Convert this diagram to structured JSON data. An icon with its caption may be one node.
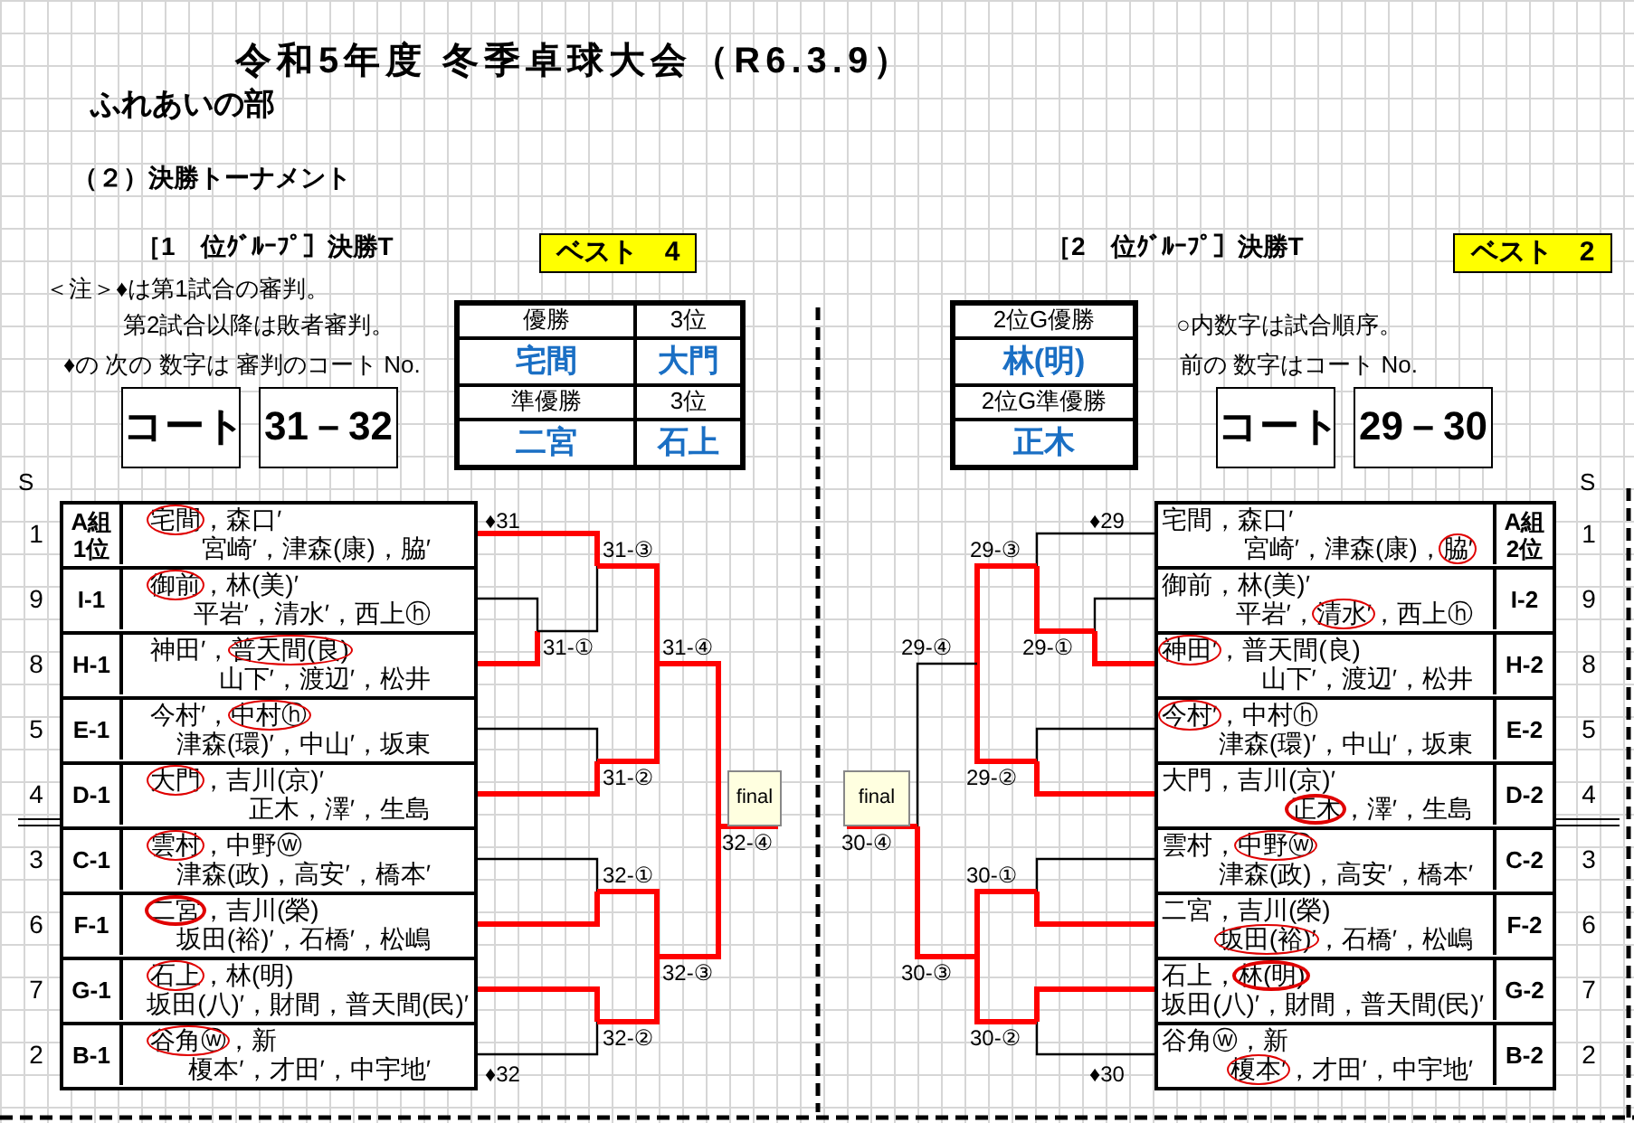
{
  "diagram": {
    "title": "令和5年度 冬季卓球大会（R6.3.9）",
    "nodes": [
      {
        "text": [
          "ベスト　4"
        ]
      },
      {
        "text": [
          "コート"
        ]
      },
      {
        "text": [
          "31－32"
        ]
      },
      {
        "text": [
          "ベスト　2"
        ]
      },
      {
        "text": [
          "コート"
        ]
      },
      {
        "text": [
          "29－30"
        ]
      },
      {
        "text": [
          "A組 1位",
          "宅間，森口′",
          "宮崎′，津森(康)，脇′"
        ],
        "beside": [
          "1"
        ]
      },
      {
        "text": [
          "I-1",
          "御前，林(美)′",
          "平岩′，清水′，西上ⓗ"
        ],
        "beside": [
          "9"
        ]
      },
      {
        "text": [
          "H-1",
          "神田′，普天間(良)",
          "山下′，渡辺′，松井"
        ],
        "beside": [
          "8"
        ]
      },
      {
        "text": [
          "E-1",
          "今村′，中村ⓗ",
          "津森(環)′，中山′，坂東"
        ],
        "beside": [
          "5"
        ]
      },
      {
        "text": [
          "D-1",
          "大門，吉川(京)′",
          "正木，澤′，生島"
        ],
        "beside": [
          "4"
        ]
      },
      {
        "text": [
          "C-1",
          "雲村，中野ⓦ",
          "津森(政)，高安′，橋本′"
        ],
        "beside": [
          "3"
        ]
      },
      {
        "text": [
          "F-1",
          "二宮，吉川(榮)",
          "坂田(裕)′，石橋′，松嶋"
        ],
        "beside": [
          "6"
        ]
      },
      {
        "text": [
          "G-1",
          "石上，林(明)",
          "坂田(八)′，財間，普天間(民)′"
        ],
        "beside": [
          "7"
        ]
      },
      {
        "text": [
          "B-1",
          "谷角ⓦ，新",
          "榎本′，才田′，中宇地′"
        ],
        "beside": [
          "2"
        ]
      },
      {
        "text": [
          "宅間，森口′",
          "宮崎′，津森(康)，脇′",
          "A組 2位"
        ],
        "beside": [
          "1"
        ]
      },
      {
        "text": [
          "御前，林(美)′",
          "平岩′，清水′，西上ⓗ",
          "I-2"
        ],
        "beside": [
          "9"
        ]
      },
      {
        "text": [
          "神田′，普天間(良)",
          "山下′，渡辺′，松井",
          "H-2"
        ],
        "beside": [
          "8"
        ]
      },
      {
        "text": [
          "今村′，中村ⓗ",
          "津森(環)′，中山′，坂東",
          "E-2"
        ],
        "beside": [
          "5"
        ]
      },
      {
        "text": [
          "大門，吉川(京)′",
          "正木，澤′，生島",
          "D-2"
        ],
        "beside": [
          "4"
        ]
      },
      {
        "text": [
          "雲村，中野ⓦ",
          "津森(政)，高安′，橋本′",
          "C-2"
        ],
        "beside": [
          "3"
        ]
      },
      {
        "text": [
          "二宮，吉川(榮)",
          "坂田(裕)′，石橋′，松嶋",
          "F-2"
        ],
        "beside": [
          "6"
        ]
      },
      {
        "text": [
          "石上，林(明)",
          "坂田(八)′，財間，普天間(民)′",
          "G-2"
        ],
        "beside": [
          "7"
        ]
      },
      {
        "text": [
          "谷角ⓦ，新",
          "榎本′，才田′，中宇地′",
          "B-2"
        ],
        "beside": [
          "2"
        ]
      },
      {
        "text": [
          "31-①"
        ]
      },
      {
        "text": [
          "31-②"
        ]
      },
      {
        "text": [
          "31-③"
        ]
      },
      {
        "text": [
          "31-④"
        ]
      },
      {
        "text": [
          "32-①"
        ]
      },
      {
        "text": [
          "32-②"
        ]
      },
      {
        "text": [
          "32-③"
        ]
      },
      {
        "text": [
          "32-④"
        ]
      },
      {
        "text": [
          "29-①"
        ]
      },
      {
        "text": [
          "29-②"
        ]
      },
      {
        "text": [
          "29-③"
        ]
      },
      {
        "text": [
          "29-④"
        ]
      },
      {
        "text": [
          "30-①"
        ]
      },
      {
        "text": [
          "30-②"
        ]
      },
      {
        "text": [
          "30-③"
        ]
      },
      {
        "text": [
          "30-④"
        ]
      },
      {
        "text": [
          "final"
        ]
      },
      {
        "text": [
          "final"
        ]
      }
    ],
    "edges": [
      {
        "from": 6,
        "to": 26,
        "arrow": "none"
      },
      {
        "from": 7,
        "to": 24,
        "arrow": "none",
        "color": "#000000"
      },
      {
        "from": 8,
        "to": 24,
        "arrow": "none"
      },
      {
        "from": 24,
        "to": 26,
        "arrow": "none",
        "color": "#000000"
      },
      {
        "from": 9,
        "to": 25,
        "arrow": "none",
        "color": "#000000"
      },
      {
        "from": 10,
        "to": 25,
        "arrow": "none"
      },
      {
        "from": 26,
        "to": 27,
        "arrow": "none"
      },
      {
        "from": 25,
        "to": 27,
        "arrow": "none"
      },
      {
        "from": 27,
        "to": 31,
        "arrow": "none"
      },
      {
        "from": 11,
        "to": 28,
        "arrow": "none",
        "color": "#000000"
      },
      {
        "from": 12,
        "to": 28,
        "arrow": "none"
      },
      {
        "from": 13,
        "to": 29,
        "arrow": "none"
      },
      {
        "from": 14,
        "to": 29,
        "arrow": "none",
        "color": "#000000"
      },
      {
        "from": 28,
        "to": 30,
        "arrow": "none"
      },
      {
        "from": 29,
        "to": 30,
        "arrow": "none"
      },
      {
        "from": 30,
        "to": 31,
        "arrow": "none"
      },
      {
        "from": 31,
        "to": 40,
        "arrow": "none"
      },
      {
        "from": 15,
        "to": 34,
        "arrow": "none",
        "color": "#000000"
      },
      {
        "from": 16,
        "to": 32,
        "arrow": "none",
        "color": "#000000"
      },
      {
        "from": 17,
        "to": 32,
        "arrow": "none"
      },
      {
        "from": 32,
        "to": 34,
        "arrow": "none"
      },
      {
        "from": 34,
        "to": 35,
        "arrow": "none"
      },
      {
        "from": 18,
        "to": 33,
        "arrow": "none",
        "color": "#000000"
      },
      {
        "from": 19,
        "to": 33,
        "arrow": "none"
      },
      {
        "from": 33,
        "to": 35,
        "arrow": "none"
      },
      {
        "from": 35,
        "to": 39,
        "arrow": "none",
        "color": "#000000"
      },
      {
        "from": 20,
        "to": 36,
        "arrow": "none",
        "color": "#000000"
      },
      {
        "from": 21,
        "to": 36,
        "arrow": "none"
      },
      {
        "from": 22,
        "to": 37,
        "arrow": "none"
      },
      {
        "from": 23,
        "to": 37,
        "arrow": "none",
        "color": "#000000"
      },
      {
        "from": 36,
        "to": 38,
        "arrow": "none"
      },
      {
        "from": 37,
        "to": 38,
        "arrow": "none"
      },
      {
        "from": 38,
        "to": 39,
        "arrow": "none"
      },
      {
        "from": 39,
        "to": 41,
        "arrow": "none"
      }
    ],
    "labels": [
      "ふれあいの部",
      "（２）決勝トーナメント",
      "［1　位ｸﾞﾙｰﾌﾟ］決勝T",
      "［2　位ｸﾞﾙｰﾌﾟ］決勝T",
      "＜注＞♦は第1試合の審判。",
      "第2試合以降は敗者審判。",
      "♦の 次の 数字は 審判のコート No.",
      "優勝",
      "3位",
      "宅間",
      "大門",
      "準優勝",
      "3位",
      "二宮",
      "石上",
      "2位G優勝",
      "林(明)",
      "2位G準優勝",
      "正木",
      "○内数字は試合順序。",
      "前の 数字はコート No.",
      "S",
      "S",
      "♦31",
      "♦32",
      "♦29",
      "♦30"
    ]
  }
}
